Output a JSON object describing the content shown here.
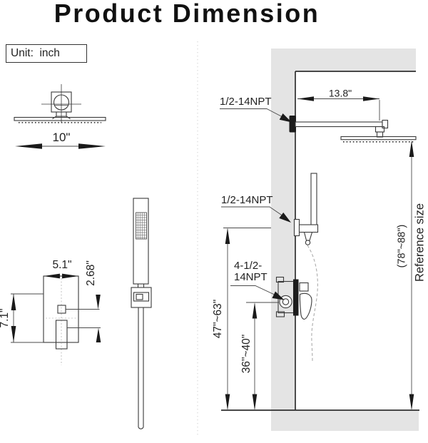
{
  "title": "Product Dimension",
  "unit_label": "Unit:  inch",
  "colors": {
    "line": "#3a3a3a",
    "arrow": "#1a1a1a",
    "wall_fill": "#e4e4e4"
  },
  "left_view": {
    "head_width": "10\"",
    "valve_width": "5.1\"",
    "valve_height": "7.1\"",
    "diverter_offset": "2.68\""
  },
  "installation_view": {
    "arm_length": "13.8\"",
    "arm_connection": "1/2-14NPT",
    "holder_connection": "1/2-14NPT",
    "valve_connection_line1": "4-1/2-",
    "valve_connection_line2": "14NPT",
    "holder_height_range": "47\"~63\"",
    "valve_height_range": "36\"~40\"",
    "head_height_range": "(78\"~88\")",
    "reference_label": "Reference size"
  }
}
